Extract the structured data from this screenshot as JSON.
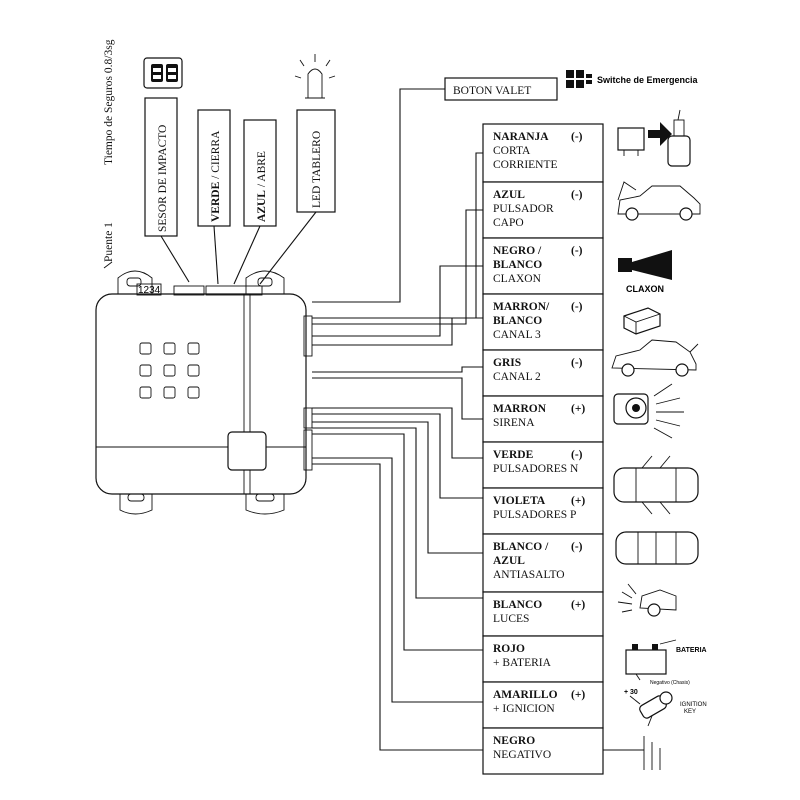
{
  "left_labels": {
    "tiempo": "Tiempo de Seguros 0.8/3sg",
    "puente": "Puente 1",
    "connector_numbers": "1234"
  },
  "module_boxes": [
    {
      "id": "sensor",
      "text_plain": "SESOR DE IMPACTO",
      "text_bold": ""
    },
    {
      "id": "verde",
      "text_bold": "VERDE",
      "text_plain": " / CIERRA"
    },
    {
      "id": "azul",
      "text_bold": "AZUL",
      "text_plain": " / ABRE"
    },
    {
      "id": "led",
      "text_plain": "LED TABLERO",
      "text_bold": ""
    }
  ],
  "boton_valet": "BOTON VALET",
  "switch_label": "Switche de Emergencia",
  "wires": [
    {
      "id": "naranja",
      "name": [
        "NARANJA"
      ],
      "sign": "(-)",
      "desc": [
        "CORTA",
        "CORRIENTE"
      ]
    },
    {
      "id": "azul",
      "name": [
        "AZUL"
      ],
      "sign": "(-)",
      "desc": [
        "PULSADOR",
        "CAPO"
      ]
    },
    {
      "id": "negro-blanco",
      "name": [
        "NEGRO /",
        "BLANCO"
      ],
      "sign": "(-)",
      "desc": [
        "CLAXON"
      ]
    },
    {
      "id": "marron-blanco",
      "name": [
        "MARRON/",
        "BLANCO"
      ],
      "sign": "(-)",
      "desc": [
        "CANAL 3"
      ]
    },
    {
      "id": "gris",
      "name": [
        "GRIS"
      ],
      "sign": "(-)",
      "desc": [
        "CANAL 2"
      ]
    },
    {
      "id": "marron",
      "name": [
        "MARRON"
      ],
      "sign": "(+)",
      "desc": [
        "SIRENA"
      ]
    },
    {
      "id": "verde",
      "name": [
        "VERDE"
      ],
      "sign": "(-)",
      "desc": [
        "PULSADORES N"
      ]
    },
    {
      "id": "violeta",
      "name": [
        "VIOLETA"
      ],
      "sign": "(+)",
      "desc": [
        "PULSADORES P"
      ]
    },
    {
      "id": "blanco-azul",
      "name": [
        "BLANCO /",
        "AZUL"
      ],
      "sign": "(-)",
      "desc": [
        "ANTIASALTO"
      ]
    },
    {
      "id": "blanco",
      "name": [
        "BLANCO"
      ],
      "sign": "(+)",
      "desc": [
        "LUCES"
      ]
    },
    {
      "id": "rojo",
      "name": [
        "ROJO"
      ],
      "sign": "",
      "desc": [
        "+ BATERIA"
      ]
    },
    {
      "id": "amarillo",
      "name": [
        "AMARILLO"
      ],
      "sign": "(+)",
      "desc": [
        "+ IGNICION"
      ]
    },
    {
      "id": "negro",
      "name": [
        "NEGRO"
      ],
      "sign": "",
      "desc": [
        "NEGATIVO"
      ]
    }
  ],
  "icon_labels": {
    "claxon": "CLAXON",
    "bateria": "BATERIA",
    "negativo_chasis": "Negativo (Chasis)",
    "plus30": "+ 30",
    "ignition": [
      "IGNITION",
      "KEY"
    ]
  },
  "icons": [
    "relay-coil-icon",
    "car-hood-open-icon",
    "horn-icon",
    "module-icon",
    "car-trunk-open-icon",
    "siren-icon",
    "car-doors-open-icon",
    "car-doors-open-icon",
    "car-lights-icon",
    "battery-icon",
    "ignition-key-icon",
    "ground-icon"
  ]
}
